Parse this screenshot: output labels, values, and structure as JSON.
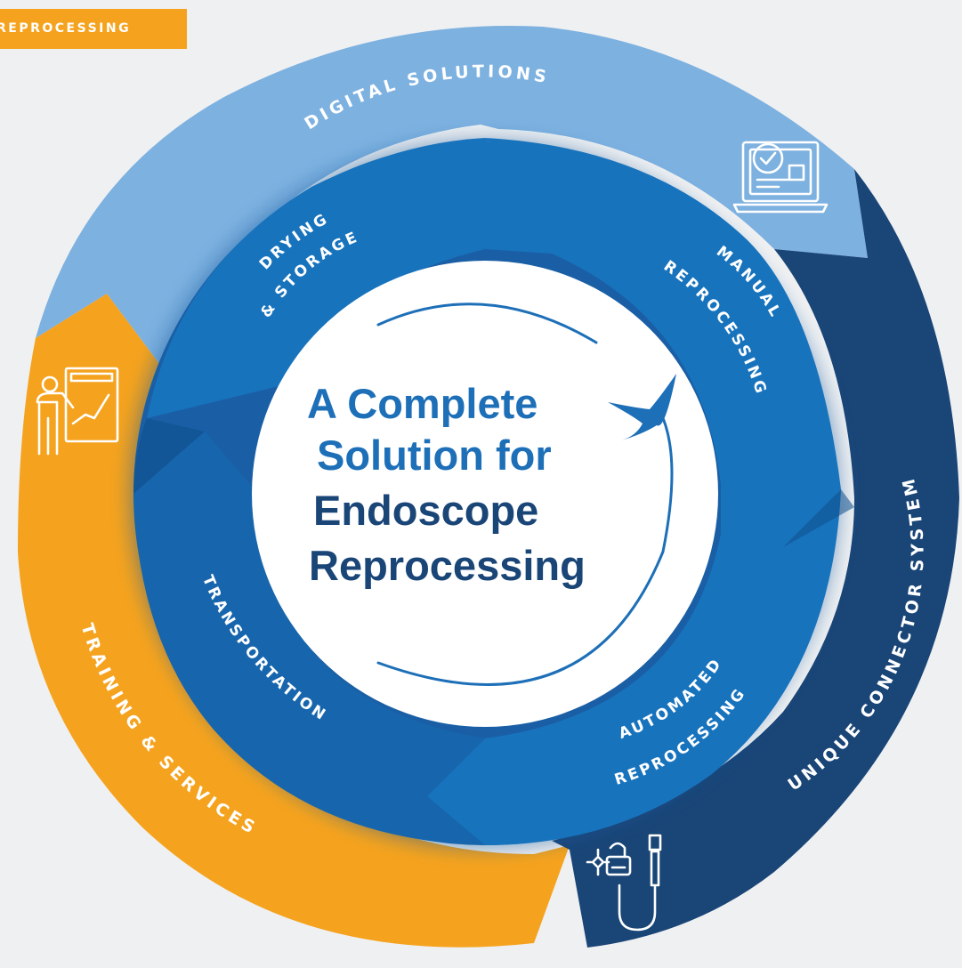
{
  "tag": {
    "label": "REPROCESSING"
  },
  "outer_ring": {
    "digital": "DIGITAL SOLUTIONS",
    "connector": "UNIQUE CONNECTOR SYSTEM",
    "training": "TRAINING & SERVICES"
  },
  "inner_ring": {
    "drying_line1": "DRYING",
    "drying_line2": "& STORAGE",
    "manual_line1": "MANUAL",
    "manual_line2": "REPROCESSING",
    "automated_line1": "AUTOMATED",
    "automated_line2": "REPROCESSING",
    "transport": "TRANSPORTATION"
  },
  "center": {
    "line1": "A Complete",
    "line2": "Solution for",
    "line3": "Endoscope",
    "line4": "Reprocessing"
  },
  "icons": {
    "digital": "laptop-checklist-icon",
    "training": "presenter-chart-icon",
    "connector": "connector-cable-icon",
    "center": "four-point-star-icon"
  },
  "colors": {
    "orange": "#f5a31e",
    "light_blue": "#7db1e0",
    "dark_navy": "#1a4577",
    "medium_blue": "#1873bd",
    "deep_blue": "#155a9c",
    "center_blue": "#1d6fb8"
  }
}
